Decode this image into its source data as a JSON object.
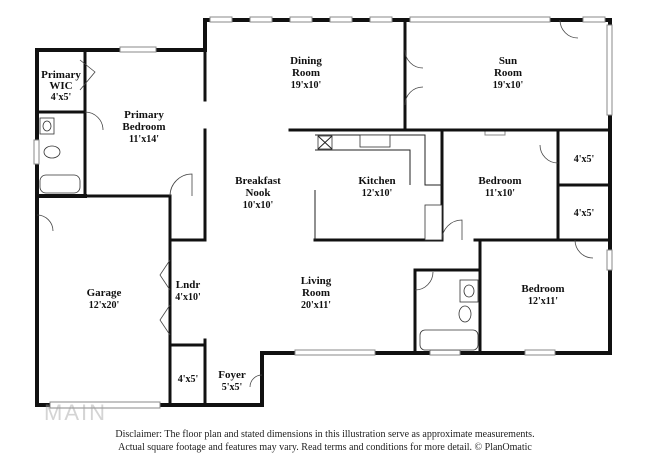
{
  "rooms": {
    "primary_wic": {
      "name": "Primary WIC",
      "name_line1": "Primary",
      "name_line2": "WIC",
      "dim": "4'x5'"
    },
    "primary_bedroom": {
      "name_line1": "Primary",
      "name_line2": "Bedroom",
      "dim": "11'x14'"
    },
    "dining": {
      "name_line1": "Dining",
      "name_line2": "Room",
      "dim": "19'x10'"
    },
    "sun": {
      "name_line1": "Sun",
      "name_line2": "Room",
      "dim": "19'x10'"
    },
    "breakfast": {
      "name_line1": "Breakfast",
      "name_line2": "Nook",
      "dim": "10'x10'"
    },
    "kitchen": {
      "name": "Kitchen",
      "dim": "12'x10'"
    },
    "bedroom1": {
      "name": "Bedroom",
      "dim": "11'x10'"
    },
    "closet1": {
      "dim": "4'x5'"
    },
    "closet2": {
      "dim": "4'x5'"
    },
    "garage": {
      "name": "Garage",
      "dim": "12'x20'"
    },
    "laundry": {
      "name": "Lndr",
      "dim": "4'x10'"
    },
    "living": {
      "name_line1": "Living",
      "name_line2": "Room",
      "dim": "20'x11'"
    },
    "bedroom2": {
      "name": "Bedroom",
      "dim": "12'x11'"
    },
    "closet3": {
      "dim": "4'x5'"
    },
    "foyer": {
      "name": "Foyer",
      "dim": "5'x5'"
    }
  },
  "disclaimer": {
    "line1": "Disclaimer: The floor plan and stated dimensions in this illustration serve as approximate measurements.",
    "line2": "Actual square footage and features may vary. Read terms and conditions for more detail. © PlanOmatic"
  },
  "watermark": "MAIN"
}
